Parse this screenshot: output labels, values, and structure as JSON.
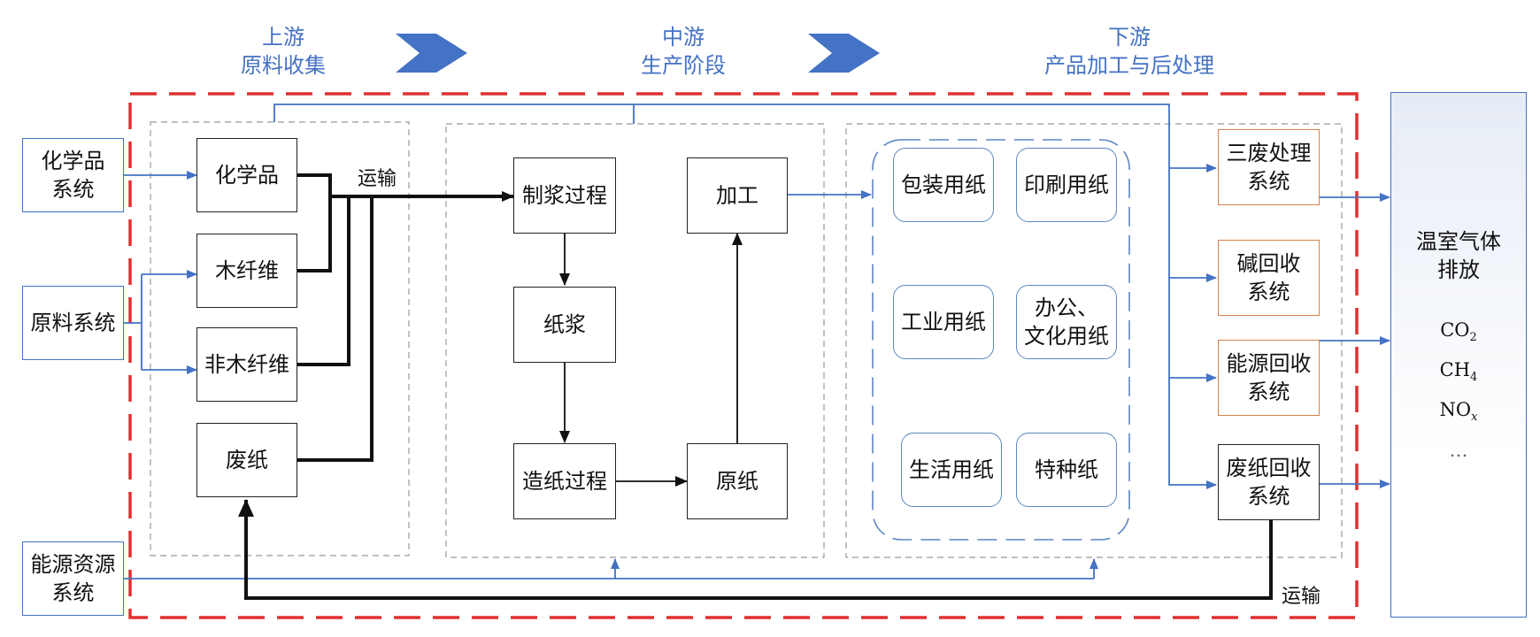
{
  "stages": {
    "upstream": {
      "line1": "上游",
      "line2": "原料收集"
    },
    "midstream": {
      "line1": "中游",
      "line2": "生产阶段"
    },
    "downstream": {
      "line1": "下游",
      "line2": "产品加工与后处理"
    }
  },
  "external": {
    "chem_system": {
      "line1": "化学品",
      "line2": "系统"
    },
    "raw_system": "原料系统",
    "energy_system": {
      "line1": "能源资源",
      "line2": "系统"
    }
  },
  "upstream_boxes": {
    "chemicals": "化学品",
    "wood_fiber": "木纤维",
    "nonwood_fiber": "非木纤维",
    "waste_paper": "废纸"
  },
  "midstream_boxes": {
    "pulping": "制浆过程",
    "pulp": "纸浆",
    "papermaking": "造纸过程",
    "base_paper": "原纸",
    "processing": "加工"
  },
  "products": {
    "packaging": "包装用纸",
    "printing": "印刷用纸",
    "industrial": "工业用纸",
    "office_line1": "办公、",
    "office_line2": "文化用纸",
    "household": "生活用纸",
    "specialty": "特种纸"
  },
  "treatment": {
    "three_wastes": {
      "line1": "三废处理",
      "line2": "系统"
    },
    "alkali": {
      "line1": "碱回收",
      "line2": "系统"
    },
    "energy_recovery": {
      "line1": "能源回收",
      "line2": "系统"
    },
    "wastepaper_recovery": {
      "line1": "废纸回收",
      "line2": "系统"
    }
  },
  "ghg": {
    "line1": "温室气体",
    "line2": "排放",
    "co2": "CO",
    "co2_sub": "2",
    "ch4": "CH",
    "ch4_sub": "4",
    "nox": "NO",
    "nox_sub": "x",
    "more": "…"
  },
  "labels": {
    "transport_top": "运输",
    "transport_bottom": "运输"
  },
  "colors": {
    "flow_blue": "#4472c4",
    "boundary_red": "#e03030",
    "treatment_orange": "#d4824a",
    "thick_flow": "#111111"
  }
}
